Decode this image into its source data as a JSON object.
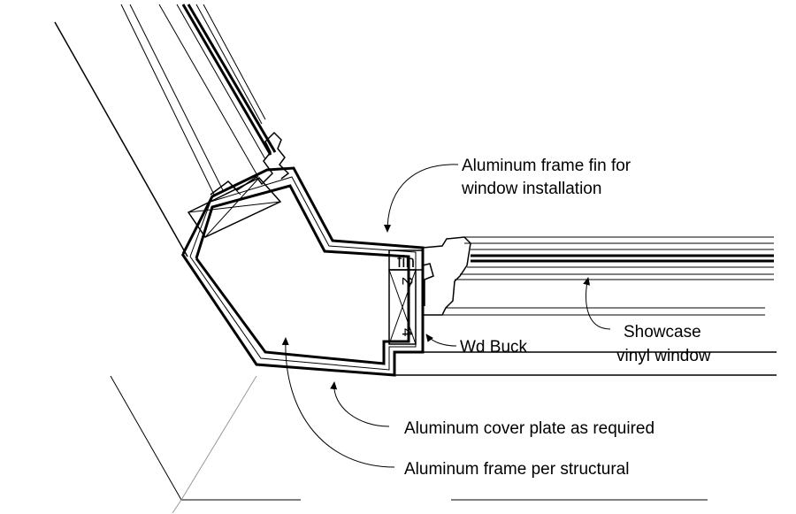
{
  "callouts": {
    "fin_note_line1": "Aluminum frame fin for",
    "fin_note_line2": "window installation",
    "fin_tag": "fin",
    "buck_label": "Wd Buck",
    "buck_size_top": "2",
    "buck_size_bottom": "4",
    "window_line1": "Showcase",
    "window_line2": "vinyl window",
    "cover_plate": "Aluminum cover plate as required",
    "frame_structural": "Aluminum frame per structural"
  }
}
